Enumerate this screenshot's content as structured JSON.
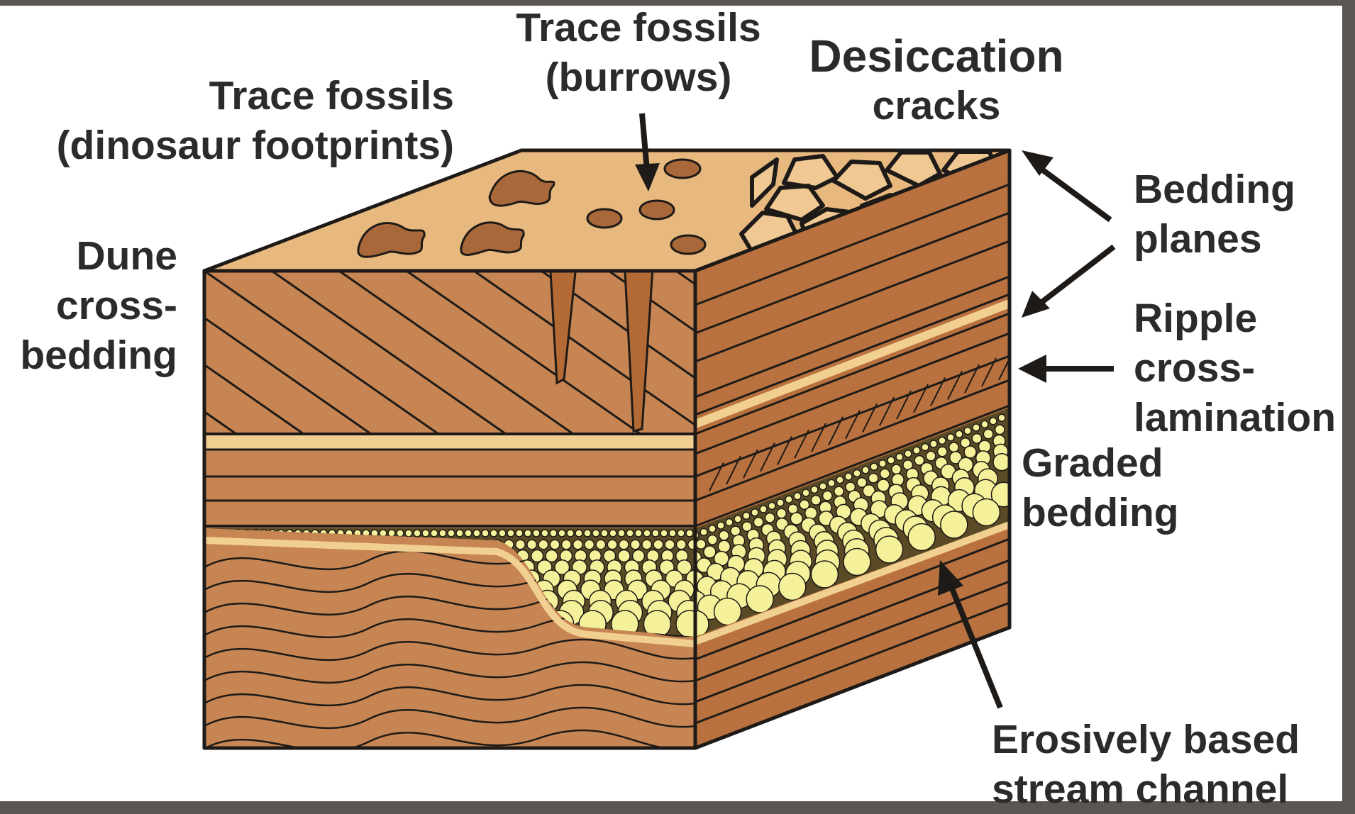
{
  "labels": {
    "trace_footprints": [
      "Trace fossils",
      "(dinosaur footprints)"
    ],
    "trace_burrows": [
      "Trace fossils",
      "(burrows)"
    ],
    "desiccation": [
      "Desiccation",
      "cracks"
    ],
    "dune": [
      "Dune",
      "cross-",
      "bedding"
    ],
    "bedding_planes": [
      "Bedding",
      "planes"
    ],
    "ripple": [
      "Ripple",
      "cross-",
      "lamination"
    ],
    "graded": [
      "Graded",
      "bedding"
    ],
    "erosive": [
      "Erosively based",
      "stream channel"
    ]
  },
  "colors": {
    "top_surface": "#e8b97f",
    "front_face": "#c68552",
    "side_face": "#b8713f",
    "outline": "#1e1a17",
    "pale_band": "#f1cf91",
    "pebble": "#f4f19a",
    "pebble_matrix": "#5a4a26",
    "background": "#ffffff",
    "frame": "#5a5752"
  }
}
